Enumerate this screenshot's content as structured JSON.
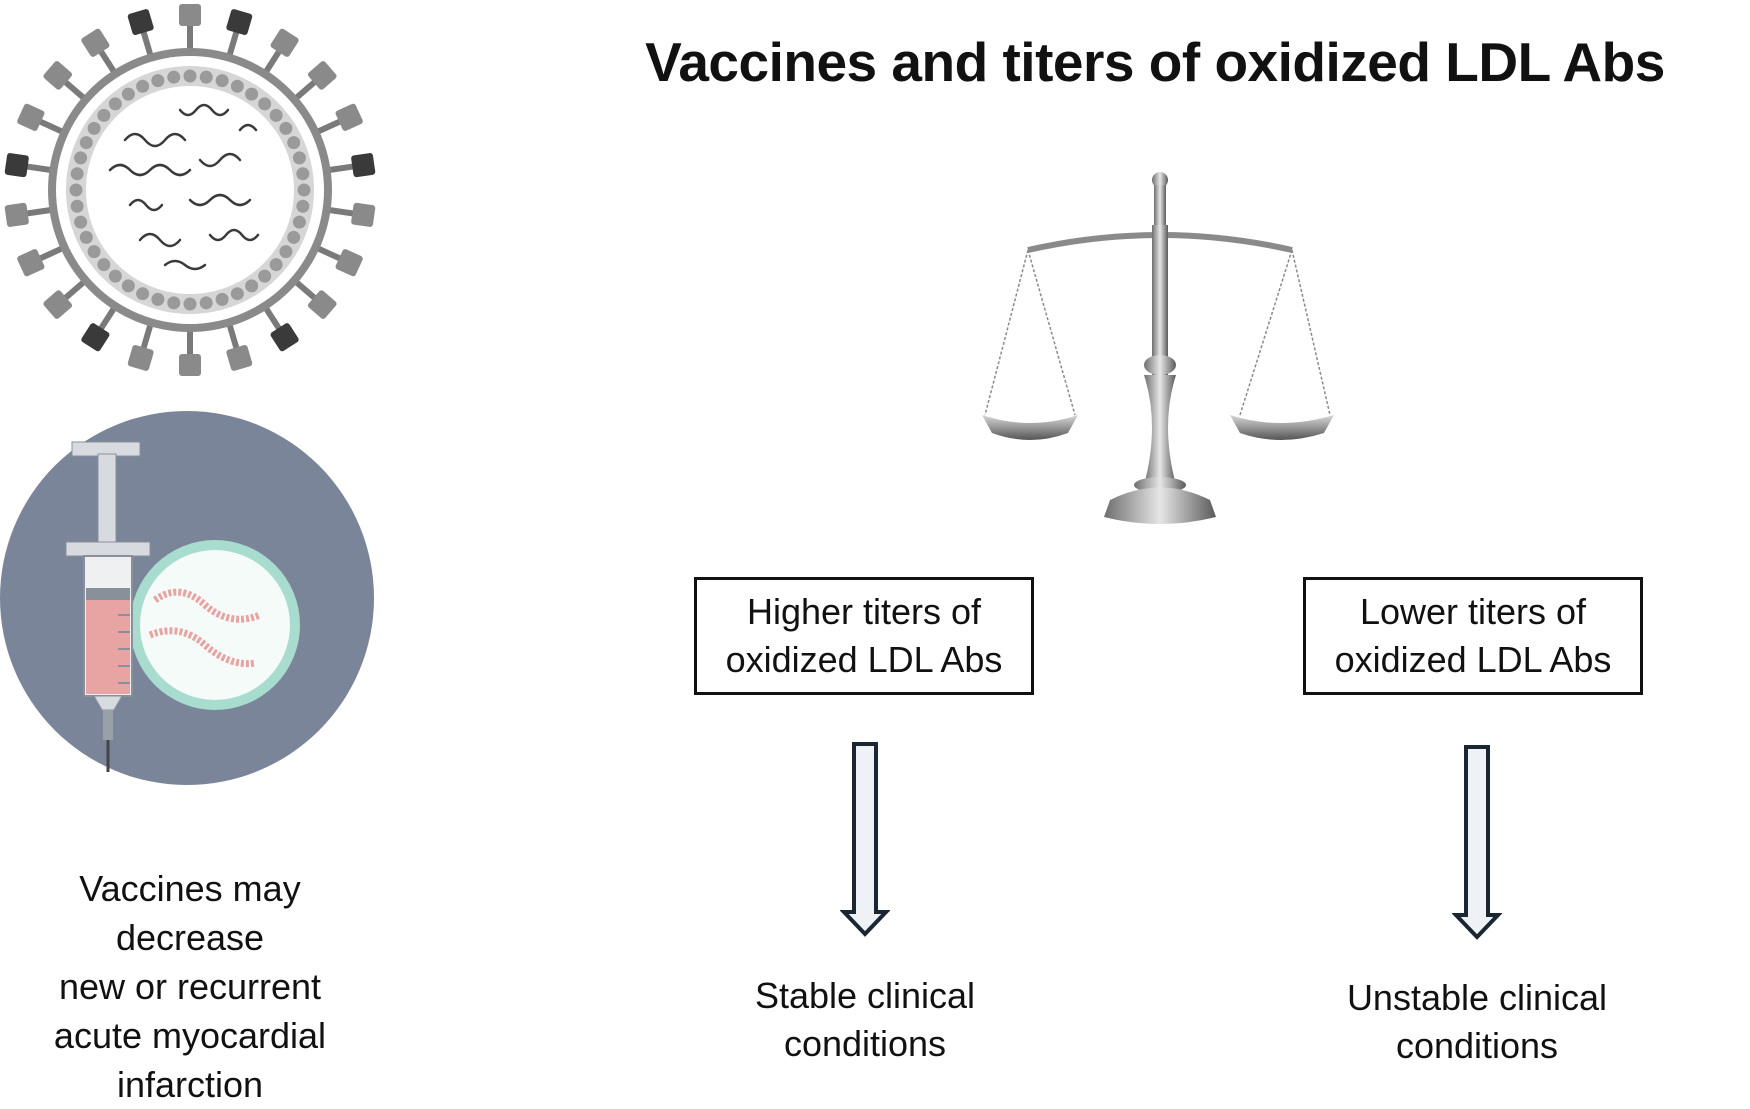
{
  "title": "Vaccines and titers of oxidized LDL Abs",
  "left_caption": [
    "Vaccines may",
    "decrease",
    "new or recurrent",
    "acute myocardial",
    "infarction"
  ],
  "boxes": {
    "higher": [
      "Higher  titers of",
      "oxidized LDL Abs"
    ],
    "lower": [
      "Lower  titers of",
      "oxidized LDL Abs"
    ]
  },
  "outcomes": {
    "stable": [
      "Stable clinical",
      "conditions"
    ],
    "unstable": [
      "Unstable clinical",
      "conditions"
    ]
  },
  "icons": [
    "virus-icon",
    "vaccine-syringe-icon",
    "balance-scale-icon",
    "down-arrow-icon"
  ],
  "colors": {
    "virus_gray": "#8a8a8a",
    "virus_dark": "#3a3a3a",
    "syringe_bg": "#7a8599",
    "syringe_fluid": "#e8a3a3",
    "cell_ring": "#a8dccf",
    "arrow_fill": "#eef2f7",
    "arrow_stroke": "#1a2733"
  }
}
